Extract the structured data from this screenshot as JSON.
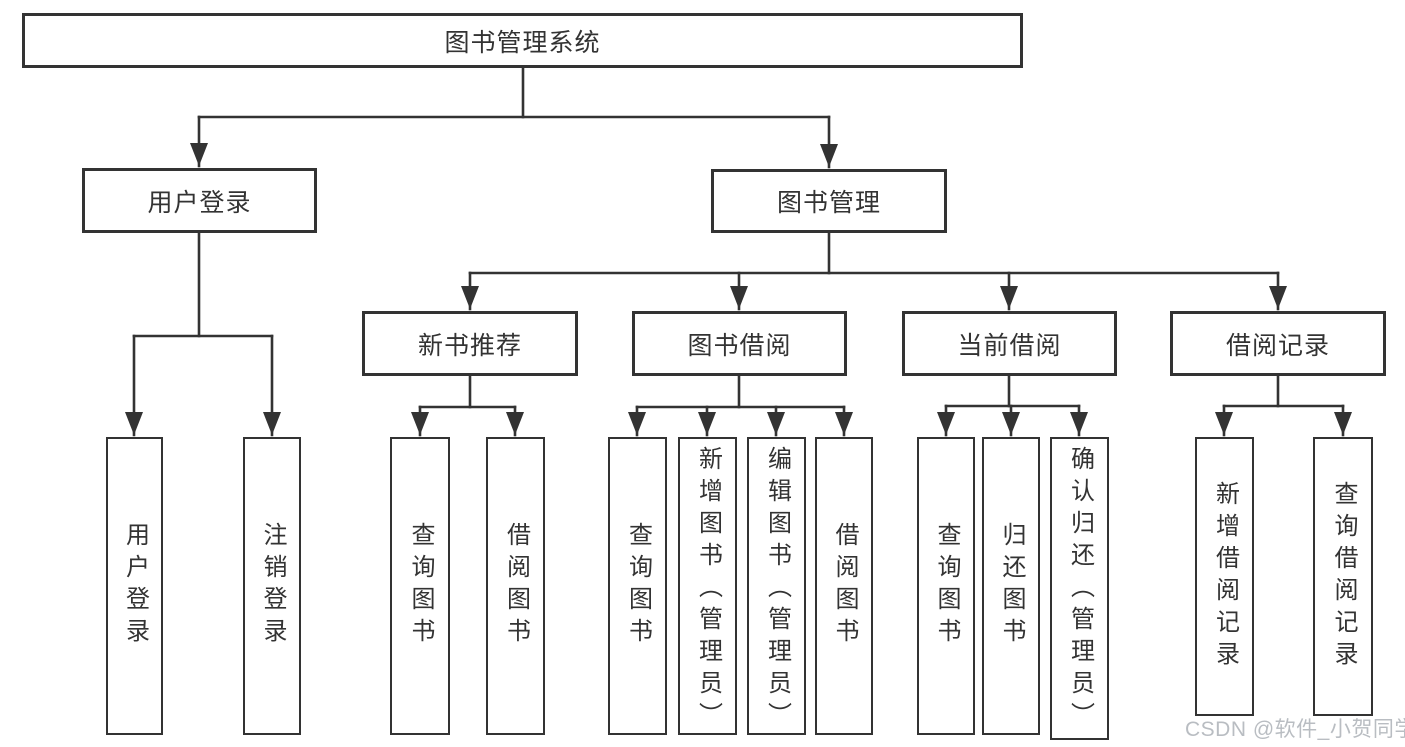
{
  "diagram": {
    "root": {
      "label": "图书管理系统"
    },
    "branches": [
      {
        "label": "用户登录",
        "children": [
          {
            "label": "用户登录"
          },
          {
            "label": "注销登录"
          }
        ]
      },
      {
        "label": "图书管理",
        "children": [
          {
            "label": "新书推荐",
            "children": [
              {
                "label": "查询图书"
              },
              {
                "label": "借阅图书"
              }
            ]
          },
          {
            "label": "图书借阅",
            "children": [
              {
                "label": "查询图书"
              },
              {
                "label": "新增图书（管理员）"
              },
              {
                "label": "编辑图书（管理员）"
              },
              {
                "label": "借阅图书"
              }
            ]
          },
          {
            "label": "当前借阅",
            "children": [
              {
                "label": "查询图书"
              },
              {
                "label": "归还图书"
              },
              {
                "label": "确认归还（管理员）"
              }
            ]
          },
          {
            "label": "借阅记录",
            "children": [
              {
                "label": "新增借阅记录"
              },
              {
                "label": "查询借阅记录"
              }
            ]
          }
        ]
      }
    ]
  },
  "watermark": {
    "text": "CSDN @软件_小贺同学"
  },
  "colors": {
    "line": "#333333",
    "box_background": "#ffffff",
    "text": "#333333",
    "watermark": "#b9bdc2"
  }
}
